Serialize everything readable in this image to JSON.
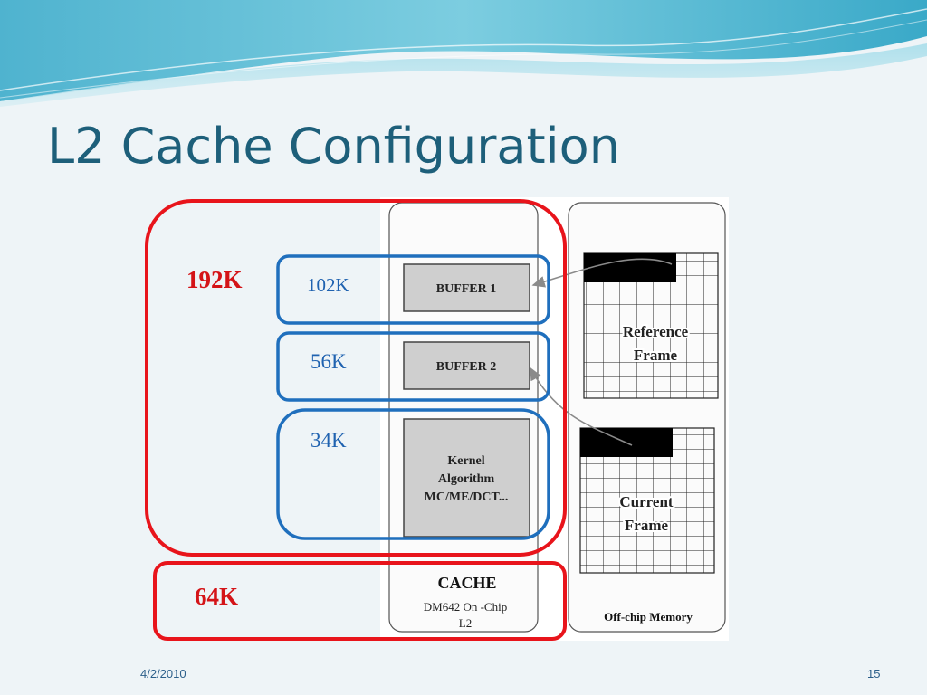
{
  "slide": {
    "title": "L2 Cache Configuration",
    "date": "4/2/2010",
    "page_number": "15"
  },
  "diagram": {
    "sizes": {
      "total": "192K",
      "buffer1": "102K",
      "buffer2": "56K",
      "kernel": "34K",
      "cache": "64K"
    },
    "onchip": {
      "buffer1": "BUFFER 1",
      "buffer2": "BUFFER 2",
      "kernel_lines": [
        "Kernel",
        "Algorithm",
        "MC/ME/DCT..."
      ],
      "cache_title": "CACHE",
      "cache_caption_1": "DM642 On -Chip",
      "cache_caption_2": "L2"
    },
    "offchip": {
      "reference_line1": "Reference",
      "reference_line2": "Frame",
      "current_line1": "Current",
      "current_line2": "Frame",
      "caption": "Off-chip Memory"
    },
    "colors": {
      "red_region": "#e8141b",
      "blue_region": "#1f6fbd",
      "red_text": "#d41418",
      "blue_text": "#1f62b0",
      "title": "#1d5f7a"
    }
  }
}
